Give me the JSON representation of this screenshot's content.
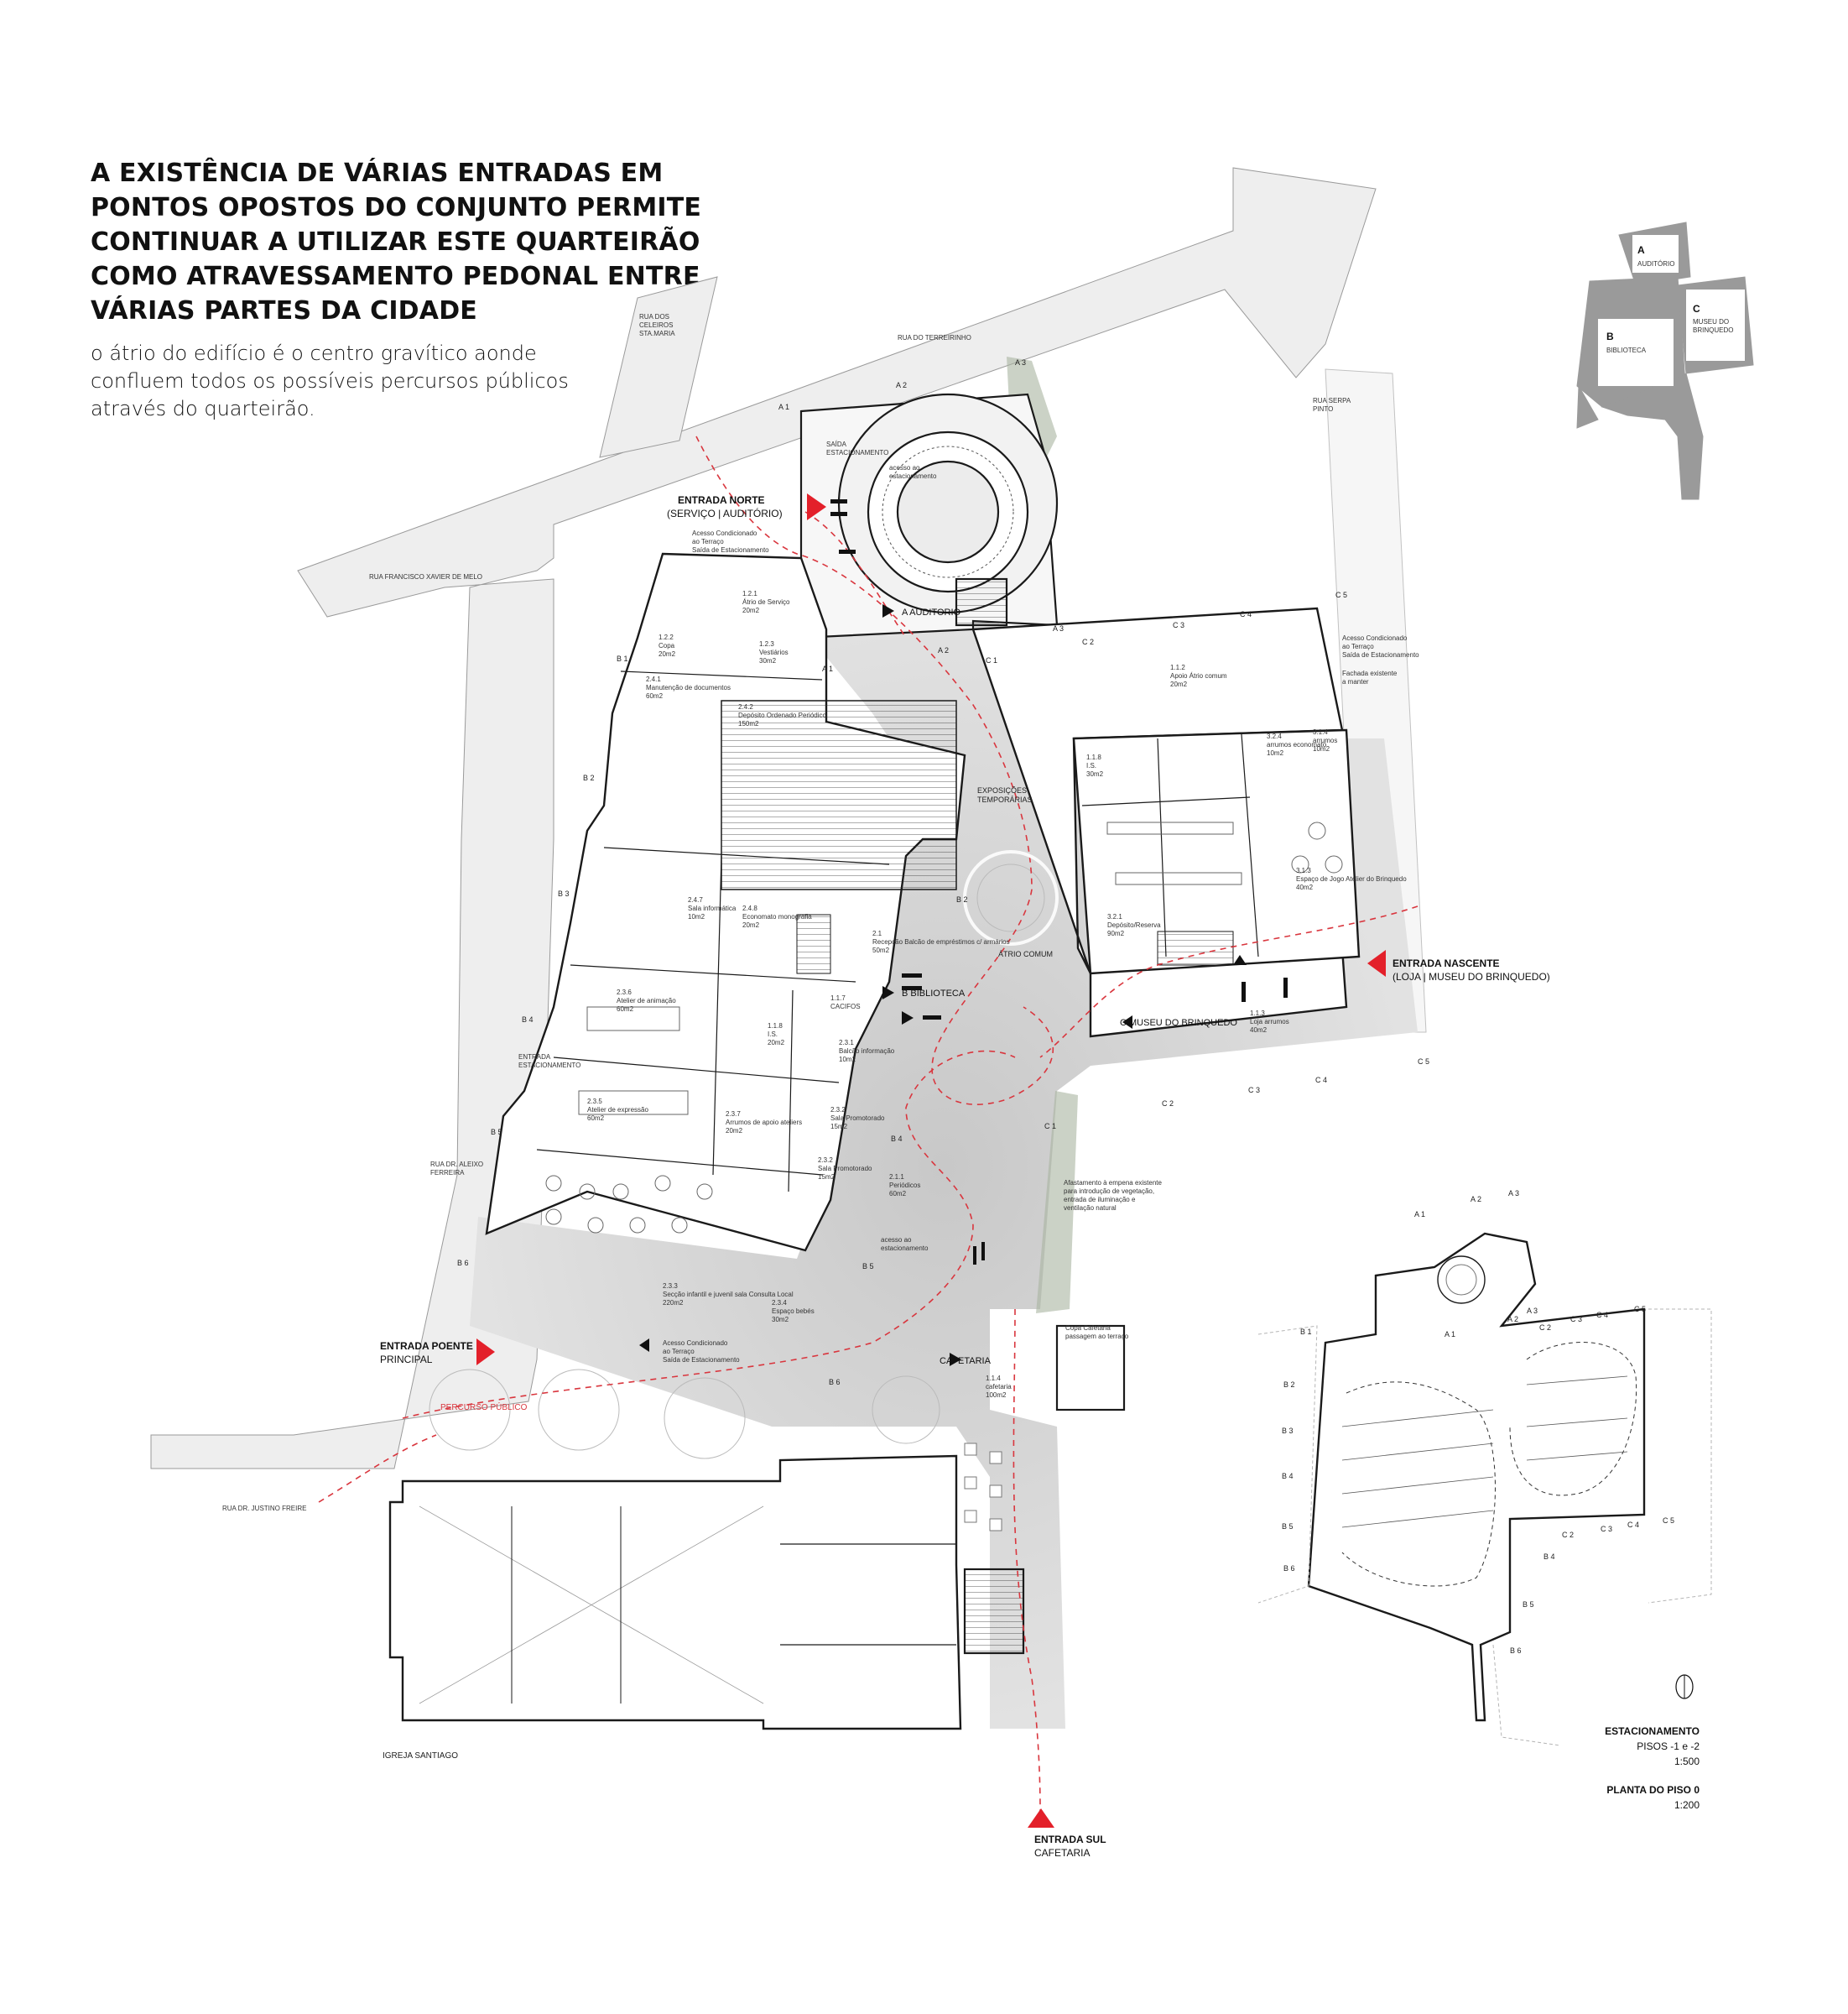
{
  "headline": "A EXISTÊNCIA DE VÁRIAS ENTRADAS EM PONTOS OPOSTOS DO CONJUNTO PERMITE CONTINUAR A UTILIZAR ESTE QUARTEIRÃO COMO ATRAVESSAMENTO PEDONAL ENTRE VÁRIAS PARTES DA CIDADE",
  "subline": "o átrio do edifício é o centro gravítico aonde confluem todos os possíveis percursos públicos através do quarteirão.",
  "colors": {
    "entrance_marker": "#e3202a",
    "path_line": "#d9363e",
    "wall": "#1a1a1a",
    "pavement": "#d6d6d6",
    "key_plan": "#9a9a9a"
  },
  "key_plan": {
    "a_letter": "A",
    "a_name": "AUDITÓRIO",
    "b_letter": "B",
    "b_name": "BIBLIOTECA",
    "c_letter": "C",
    "c_name_1": "MUSEU DO",
    "c_name_2": "BRINQUEDO"
  },
  "entrances": {
    "norte": {
      "title": "ENTRADA NORTE",
      "sub": "(SERVIÇO | AUDITÓRIO)"
    },
    "nascente": {
      "title": "ENTRADA NASCENTE",
      "sub": "(LOJA | MUSEU DO BRINQUEDO)"
    },
    "poente": {
      "title": "ENTRADA POENTE",
      "sub": "PRINCIPAL"
    },
    "sul": {
      "title": "ENTRADA SUL",
      "sub": "CAFETARIA"
    }
  },
  "zones": {
    "auditorio": "A AUDITORIO",
    "biblioteca": "B BIBLIOTECA",
    "museu": "C MUSEU DO BRINQUEDO",
    "cafetaria": "CAFETARIA",
    "atrio": "ÁTRIO COMUM",
    "exposicoes_1": "EXPOSIÇÕES",
    "exposicoes_2": "TEMPORÁRIAS",
    "percurso": "PERCURSO PÚBLICO",
    "igreja": "IGREJA SANTIAGO"
  },
  "streets": {
    "celeiros_1": "RUA DOS",
    "celeiros_2": "CELEIROS",
    "celeiros_3": "STA.MARIA",
    "terreirinho": "RUA DO TERREIRINHO",
    "serpa_1": "RUA SERPA",
    "serpa_2": "PINTO",
    "francisco": "RUA FRANCISCO XAVIER DE MELO",
    "aleixo_1": "RUA DR. ALEIXO",
    "aleixo_2": "FERREIRA",
    "justino": "RUA DR. JUSTINO FREIRE"
  },
  "notes": {
    "saida_1": "SAÍDA",
    "saida_2": "ESTACIONAMENTO",
    "acesso_estac_1": "acesso ao",
    "acesso_estac_2": "estacionamento",
    "norte_acesso_1": "Acesso Condicionado",
    "norte_acesso_2": "ao Terraço",
    "norte_acesso_3": "Saída de Estacionamento",
    "leste_acesso_1": "Acesso Condicionado",
    "leste_acesso_2": "ao Terraço",
    "leste_acesso_3": "Saída de Estacionamento",
    "leste_fachada_1": "Fachada existente",
    "leste_fachada_2": "a manter",
    "sul_acesso_1": "Acesso Condicionado",
    "sul_acesso_2": "ao Terraço",
    "sul_acesso_3": "Saída de Estacionamento",
    "entrada_estac_1": "ENTRADA",
    "entrada_estac_2": "ESTACIONAMENTO",
    "afast_1": "Afastamento à empena existente",
    "afast_2": "para introdução de vegetação,",
    "afast_3": "entrada de iluminação e",
    "afast_4": "ventilação natural",
    "cafe_pass_1": "Copa Cafetaria",
    "cafe_pass_2": "passagem ao terraço"
  },
  "rooms": [
    {
      "n": "1.2.1",
      "name": "Átrio de Serviço",
      "area": "20m2"
    },
    {
      "n": "1.2.2",
      "name": "Copa",
      "area": "20m2"
    },
    {
      "n": "1.2.3",
      "name": "Vestiários",
      "area": "30m2"
    },
    {
      "n": "2.4.1",
      "name": "Manutenção de documentos",
      "area": "60m2"
    },
    {
      "n": "2.4.2",
      "name": "Depósito Ordenado Periódico",
      "area": "150m2"
    },
    {
      "n": "2.4.7",
      "name": "Sala informática",
      "area": "10m2"
    },
    {
      "n": "2.4.8",
      "name": "Economato monografia",
      "area": "20m2"
    },
    {
      "n": "2.1",
      "name": "Recepção Balcão de empréstimos c/ armários",
      "area": "50m2"
    },
    {
      "n": "1.1.7",
      "name": "CACIFOS",
      "area": ""
    },
    {
      "n": "2.3.6",
      "name": "Atelier de animação",
      "area": "60m2"
    },
    {
      "n": "1.1.8",
      "name": "I.S.",
      "area": "20m2"
    },
    {
      "n": "2.3.1",
      "name": "Balcão informação",
      "area": "10m2"
    },
    {
      "n": "2.3.5",
      "name": "Atelier de expressão",
      "area": "60m2"
    },
    {
      "n": "2.3.7",
      "name": "Arrumos de apoio ateliers",
      "area": "20m2"
    },
    {
      "n": "2.3.2",
      "name": "Sala Promotorado",
      "area": "15m2"
    },
    {
      "n": "2.3.2",
      "name": "Sala Promotorado",
      "area": "15m2"
    },
    {
      "n": "2.1.1",
      "name": "Periódicos",
      "area": "60m2"
    },
    {
      "n": "2.3.3",
      "name": "Secção infantil e juvenil sala Consulta Local",
      "area": "220m2"
    },
    {
      "n": "2.3.4",
      "name": "Espaço bebés",
      "area": "30m2"
    },
    {
      "n": "1.1.4",
      "name": "cafetaria",
      "area": "100m2"
    },
    {
      "n": "1.1.2",
      "name": "Apoio Átrio comum",
      "area": "20m2"
    },
    {
      "n": "1.1.8",
      "name": "I.S.",
      "area": "30m2"
    },
    {
      "n": "3.2.4",
      "name": "arrumos economato",
      "area": "10m2"
    },
    {
      "n": "3.1.4",
      "name": "arrumos",
      "area": "10m2"
    },
    {
      "n": "3.1.3",
      "name": "Espaço de Jogo Atelier do Brinquedo",
      "area": "40m2"
    },
    {
      "n": "3.2.1",
      "name": "Depósito/Reserva",
      "area": "90m2"
    },
    {
      "n": "1.1.3",
      "name": "Loja arrumos",
      "area": "40m2"
    }
  ],
  "grid_labels": {
    "a1": "A 1",
    "a2": "A 2",
    "a3": "A 3",
    "b1": "B 1",
    "b2": "B 2",
    "b3": "B 3",
    "b4": "B 4",
    "b5": "B 5",
    "b6": "B 6",
    "c1": "C 1",
    "c2": "C 2",
    "c3": "C 3",
    "c4": "C 4",
    "c5": "C 5"
  },
  "legend": {
    "estac_title": "ESTACIONAMENTO",
    "estac_floors": "PISOS -1 e -2",
    "estac_scale": "1:500",
    "piso_title": "PLANTA DO PISO 0",
    "piso_scale": "1:200"
  }
}
